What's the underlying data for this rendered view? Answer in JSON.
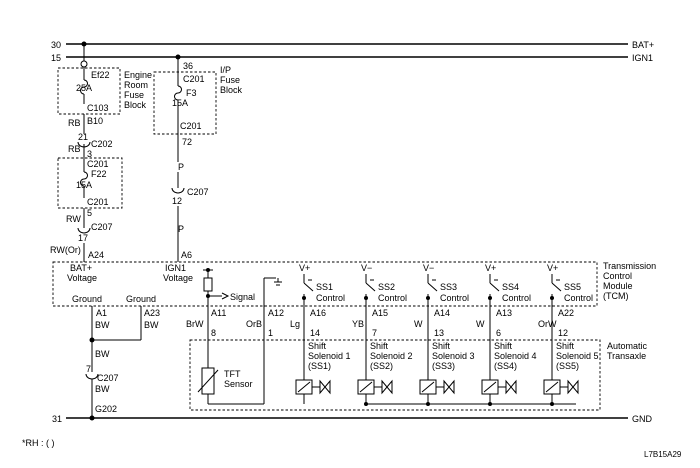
{
  "rails": {
    "bat": {
      "number": "30",
      "label": "BAT+"
    },
    "ign1": {
      "number": "15",
      "label": "IGN1"
    },
    "gnd": {
      "number": "31",
      "label": "GND"
    }
  },
  "engine_fuse": {
    "fuse_name": "Ef22",
    "rating": "25A",
    "connector": "C103",
    "block_lines": [
      "Engine",
      "Room",
      "Fuse",
      "Block"
    ],
    "wire1_color": "RB",
    "wire1_term": "B10"
  },
  "connector_c202": {
    "name": "C202",
    "pin_top": "21",
    "pin_bottom": "3",
    "wire_color": "RB"
  },
  "fuse_f22": {
    "name": "F22",
    "rating": "15A",
    "connector_top": "C201",
    "connector_bottom": "C201",
    "pin": "5",
    "wire_color": "RW"
  },
  "connector_c207_left": {
    "name": "C207",
    "pin": "17",
    "wire_color": "RW(Or)"
  },
  "ip_fuse": {
    "fuse_name": "F3",
    "rating": "15A",
    "connector_top": "C201",
    "connector_bottom": "C201",
    "pin_top": "36",
    "pin_bottom": "72",
    "wire_color": "P",
    "block_lines": [
      "I/P",
      "Fuse",
      "Block",
      ""
    ]
  },
  "connector_c207_mid": {
    "name": "C207",
    "pin": "12",
    "wire_color": "P"
  },
  "tcm": {
    "pin_bat": "A24",
    "pin_ign": "A6",
    "bat_label": "BAT+",
    "ign_label": "IGN1",
    "voltage_label": "Voltage",
    "ground_label": "Ground",
    "signal_label": "Signal",
    "name_lines": [
      "Transmission",
      "Control",
      "Module",
      "(TCM)"
    ]
  },
  "ground_wires": {
    "pin_a1": "A1",
    "pin_a23": "A23",
    "color": "BW",
    "c207_pin": "7",
    "c207_name": "C207",
    "ground_point": "G202"
  },
  "transaxle": {
    "name_lines": [
      "Automatic",
      "Transaxle"
    ]
  },
  "tft": {
    "pin_signal": "A11",
    "wire_signal": "BrW",
    "pin_signal_num": "8",
    "pin_return": "A12",
    "wire_return": "OrB",
    "pin_return_num": "1",
    "name_lines": [
      "TFT",
      "Sensor"
    ]
  },
  "solenoids": [
    {
      "supply": "V+",
      "label": "SS1",
      "control": "Control",
      "pin": "A16",
      "wire": "Lg",
      "num": "14",
      "name": [
        "Shift",
        "Solenoid 1",
        "(SS1)"
      ]
    },
    {
      "supply": "V−",
      "label": "SS2",
      "control": "Control",
      "pin": "A15",
      "wire": "YB",
      "num": "7",
      "name": [
        "Shift",
        "Solenoid 2",
        "(SS2)"
      ]
    },
    {
      "supply": "V−",
      "label": "SS3",
      "control": "Control",
      "pin": "A14",
      "wire": "W",
      "num": "13",
      "name": [
        "Shift",
        "Solenoid 3",
        "(SS3)"
      ]
    },
    {
      "supply": "V+",
      "label": "SS4",
      "control": "Control",
      "pin": "A13",
      "wire": "W",
      "num": "6",
      "name": [
        "Shift",
        "Solenoid 4",
        "(SS4)"
      ]
    },
    {
      "supply": "V+",
      "label": "SS5",
      "control": "Control",
      "pin": "A22",
      "wire": "OrW",
      "num": "12",
      "name": [
        "Shift",
        "Solenoid 5",
        "(SS5)"
      ]
    }
  ],
  "footer": {
    "note": "*RH : ( )",
    "code": "L7B15A29"
  }
}
